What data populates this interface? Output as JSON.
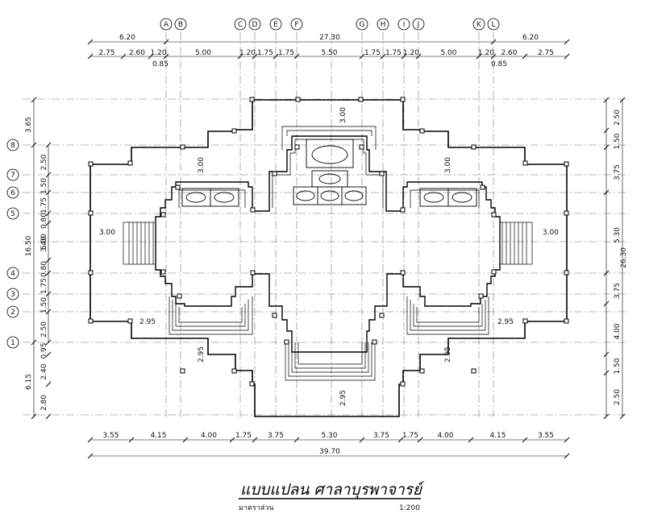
{
  "title": "แบบแปลน ศาลาบุรพาจารย์",
  "scale_label": "มาตราส่วน",
  "scale_value": "1:200",
  "grid_cols": [
    "A",
    "B",
    "C",
    "D",
    "E",
    "F",
    "G",
    "H",
    "I",
    "J",
    "K",
    "L"
  ],
  "grid_rows": [
    "1",
    "2",
    "3",
    "4",
    "5",
    "6",
    "7",
    "8"
  ],
  "top_dims": {
    "overall": "27.30",
    "left_wing": "6.20",
    "right_wing": "6.20",
    "segments": [
      "2.75",
      "2.60",
      "1.20",
      "5.00",
      "1.20",
      "1.75",
      "1.75",
      "5.50",
      "1.75",
      "1.75",
      "1.20",
      "5.00",
      "1.20",
      "2.60",
      "2.75"
    ],
    "sub_left": "0.85",
    "sub_right": "0.85"
  },
  "bottom_dims": {
    "segments": [
      "3.55",
      "4.15",
      "4.00",
      "1.75",
      "3.75",
      "5.30",
      "3.75",
      "1.75",
      "4.00",
      "4.15",
      "3.55"
    ],
    "overall": "39.70"
  },
  "left_dims": {
    "segments": [
      "2.50",
      "1.50",
      "1.75",
      "0.80",
      "3.40",
      "0.80",
      "1.75",
      "1.50",
      "2.50",
      "0.95",
      "2.40",
      "2.80"
    ],
    "outer": [
      "3.65",
      "16.50",
      "6.15"
    ],
    "inner_overall": "5.00"
  },
  "right_dims": {
    "segments": [
      "2.50",
      "1.50",
      "3.75",
      "5.30",
      "3.75",
      "4.00",
      "1.50",
      "2.50"
    ],
    "overall": "26.30"
  },
  "interior_dims": [
    "3.00",
    "3.00",
    "3.00",
    "3.00",
    "3.00",
    "2.95",
    "2.95",
    "2.95",
    "2.95",
    "2.95"
  ]
}
